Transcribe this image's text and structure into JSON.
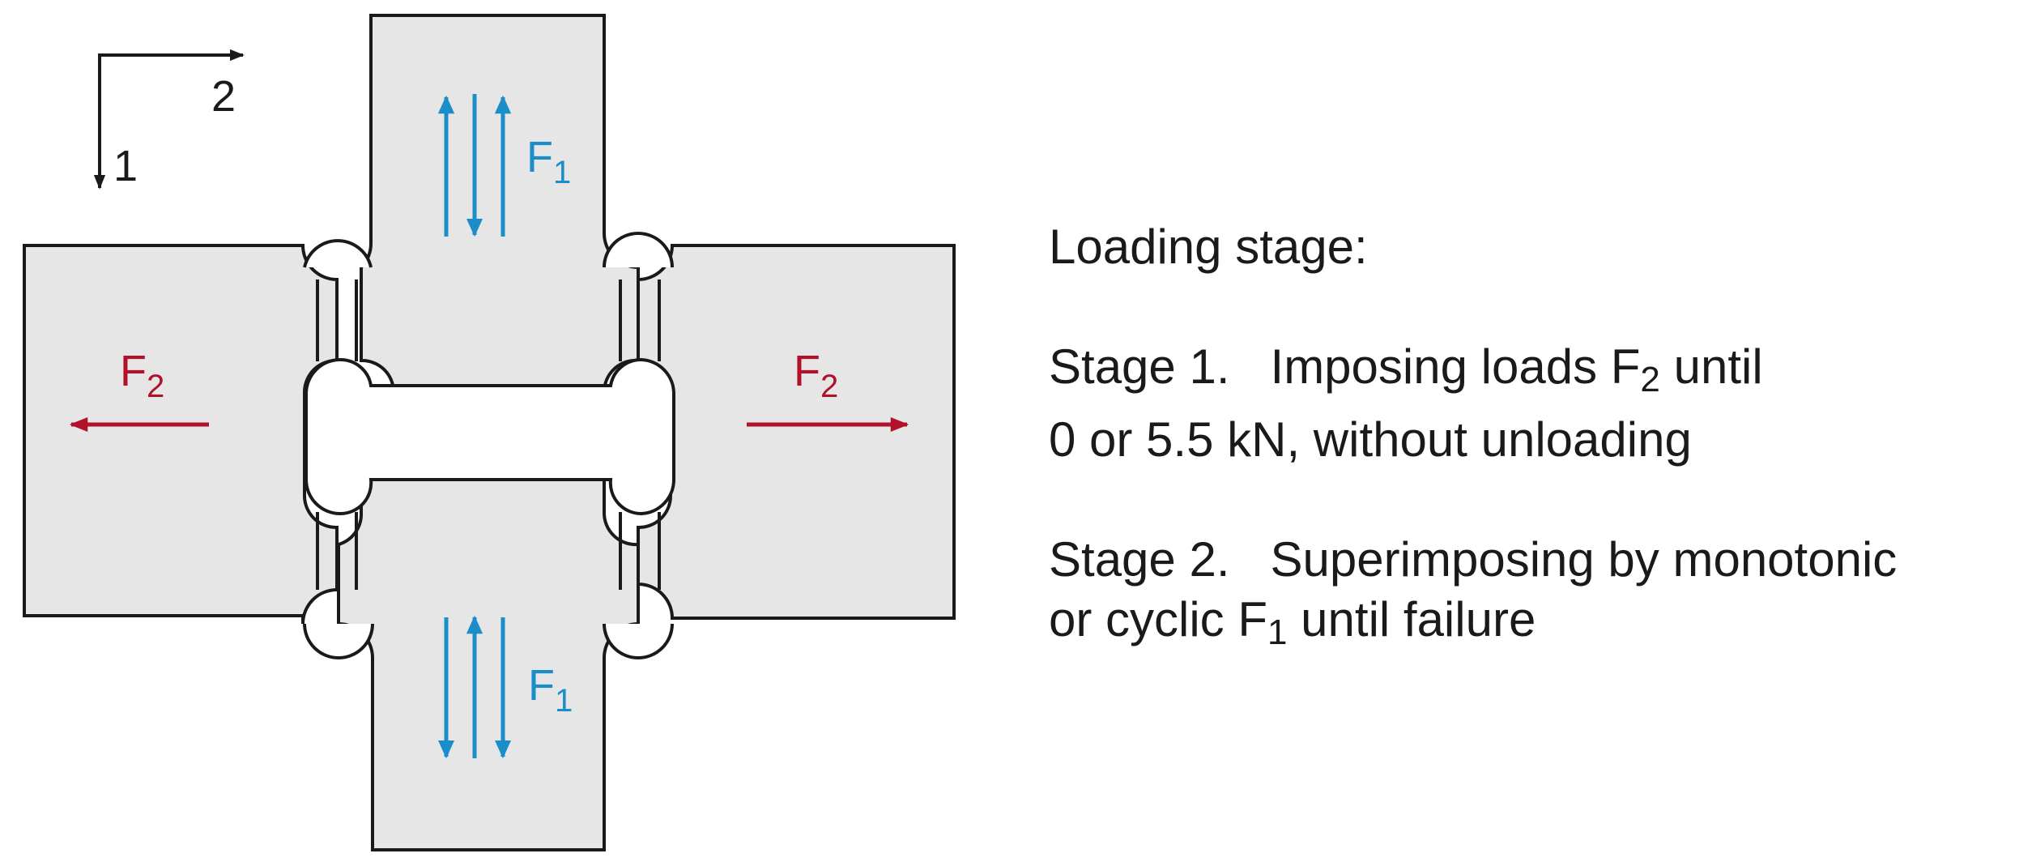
{
  "axes": {
    "axis_1_label": "1",
    "axis_2_label": "2"
  },
  "forces": {
    "f1_top": {
      "base": "F",
      "sub": "1"
    },
    "f1_bottom": {
      "base": "F",
      "sub": "1"
    },
    "f2_left": {
      "base": "F",
      "sub": "2"
    },
    "f2_right": {
      "base": "F",
      "sub": "2"
    }
  },
  "legend": {
    "heading": "Loading stage:",
    "stage1": {
      "label": "Stage 1.",
      "line1_pre": "Imposing loads F",
      "line1_sub": "2",
      "line1_post": " until",
      "line2": "0 or 5.5 kN, without unloading"
    },
    "stage2": {
      "label": "Stage 2.",
      "line1": "Superimposing  by monotonic",
      "line2_pre": "or cyclic F",
      "line2_sub": "1",
      "line2_post": " until failure"
    }
  },
  "colors": {
    "specimen_fill": "#e6e6e7",
    "outline": "#1a1a1a",
    "f1_color": "#1b8dc9",
    "f2_color": "#b0122a"
  }
}
